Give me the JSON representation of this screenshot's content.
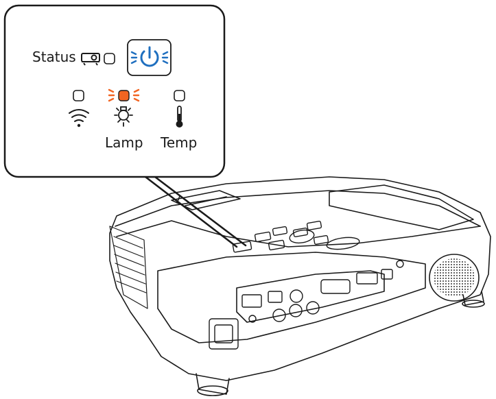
{
  "callout": {
    "status_label": "Status",
    "lamp_label": "Lamp",
    "temp_label": "Temp"
  },
  "indicators": [
    {
      "name": "power",
      "state": "flashing",
      "color": "#1f6fbf"
    },
    {
      "name": "status",
      "state": "off"
    },
    {
      "name": "wireless",
      "state": "off"
    },
    {
      "name": "lamp",
      "state": "flashing",
      "color": "#f26522"
    },
    {
      "name": "temp",
      "state": "off"
    }
  ],
  "icons": [
    "projector-icon",
    "power-icon",
    "wifi-icon",
    "lamp-icon",
    "thermometer-icon"
  ],
  "colors": {
    "power_indicator": "#1f6fbf",
    "lamp_indicator": "#f26522",
    "line": "#1a1a1a"
  }
}
